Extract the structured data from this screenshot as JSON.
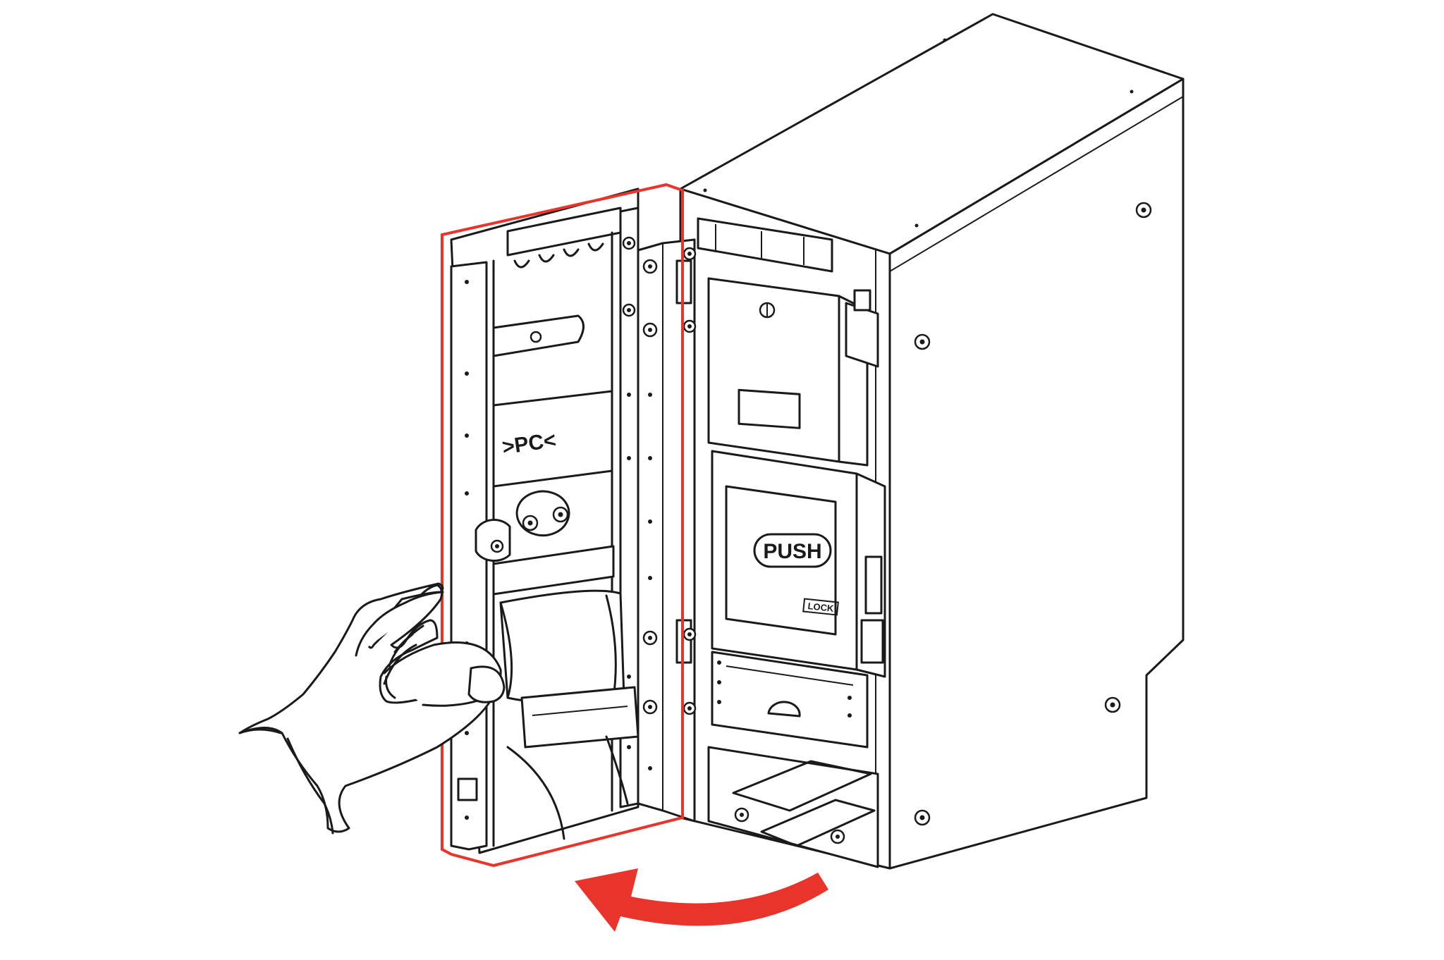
{
  "labels": {
    "pc_marking": ">PC<",
    "push_button": "PUSH",
    "lock_marking": "LOCK"
  },
  "colors": {
    "door_outline": "#e8342b",
    "arrow": "#e8342b",
    "line": "#1a1a1a",
    "background": "#ffffff"
  },
  "icons": {
    "hand": "hand-pulling-door-icon",
    "arrow": "curved-arrow-left-icon"
  }
}
